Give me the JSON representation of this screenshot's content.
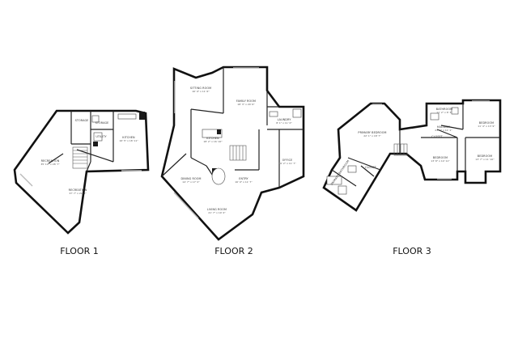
{
  "floors": [
    {
      "title": "FLOOR 1",
      "rooms": [
        {
          "name": "STORAGE",
          "dims": ""
        },
        {
          "name": "STORAGE",
          "dims": ""
        },
        {
          "name": "UTILITY",
          "dims": ""
        },
        {
          "name": "KITCHEN",
          "dims": "16' 5\" x 18' 11\""
        },
        {
          "name": "RECREATION",
          "dims": "35' 10\" x 26' 7\""
        },
        {
          "name": "RECREATION",
          "dims": "37' 7\" x 21' 4\""
        }
      ]
    },
    {
      "title": "FLOOR 2",
      "rooms": [
        {
          "name": "SITTING ROOM",
          "dims": "16' 9\" x 11' 6\""
        },
        {
          "name": "FAMILY ROOM",
          "dims": "18' 3\" x 20' 6\""
        },
        {
          "name": "LAUNDRY",
          "dims": "8' 1\" x 11' 0\""
        },
        {
          "name": "KITCHEN",
          "dims": "18' 2\" x 16' 10\""
        },
        {
          "name": "OFFICE",
          "dims": "16' 2\" x 11' 7\""
        },
        {
          "name": "DINING ROOM",
          "dims": "14' 7\" x 17' 2\""
        },
        {
          "name": "ENTRY",
          "dims": "16' 9\" x 11' 7\""
        },
        {
          "name": "LIVING ROOM",
          "dims": "21' 7\" x 19' 4\""
        }
      ]
    },
    {
      "title": "FLOOR 3",
      "rooms": [
        {
          "name": "BATHROOM",
          "dims": "11' 2\" x 8' 3\""
        },
        {
          "name": "BEDROOM",
          "dims": "11' 4\" x 13' 9\""
        },
        {
          "name": "PRIMARY BEDROOM",
          "dims": "22' 1\" x 18' 7\""
        },
        {
          "name": "HALLWAY",
          "dims": "21' 9\" x 11' 1\""
        },
        {
          "name": "CLOSET",
          "dims": ""
        },
        {
          "name": "BEDROOM",
          "dims": "13' 8\" x 10' 11\""
        },
        {
          "name": "BEDROOM",
          "dims": "13' 7\" x 11' 10\""
        },
        {
          "name": "PRIMARY BATHROOM",
          "dims": ""
        },
        {
          "name": "CLOSET",
          "dims": ""
        }
      ]
    }
  ]
}
